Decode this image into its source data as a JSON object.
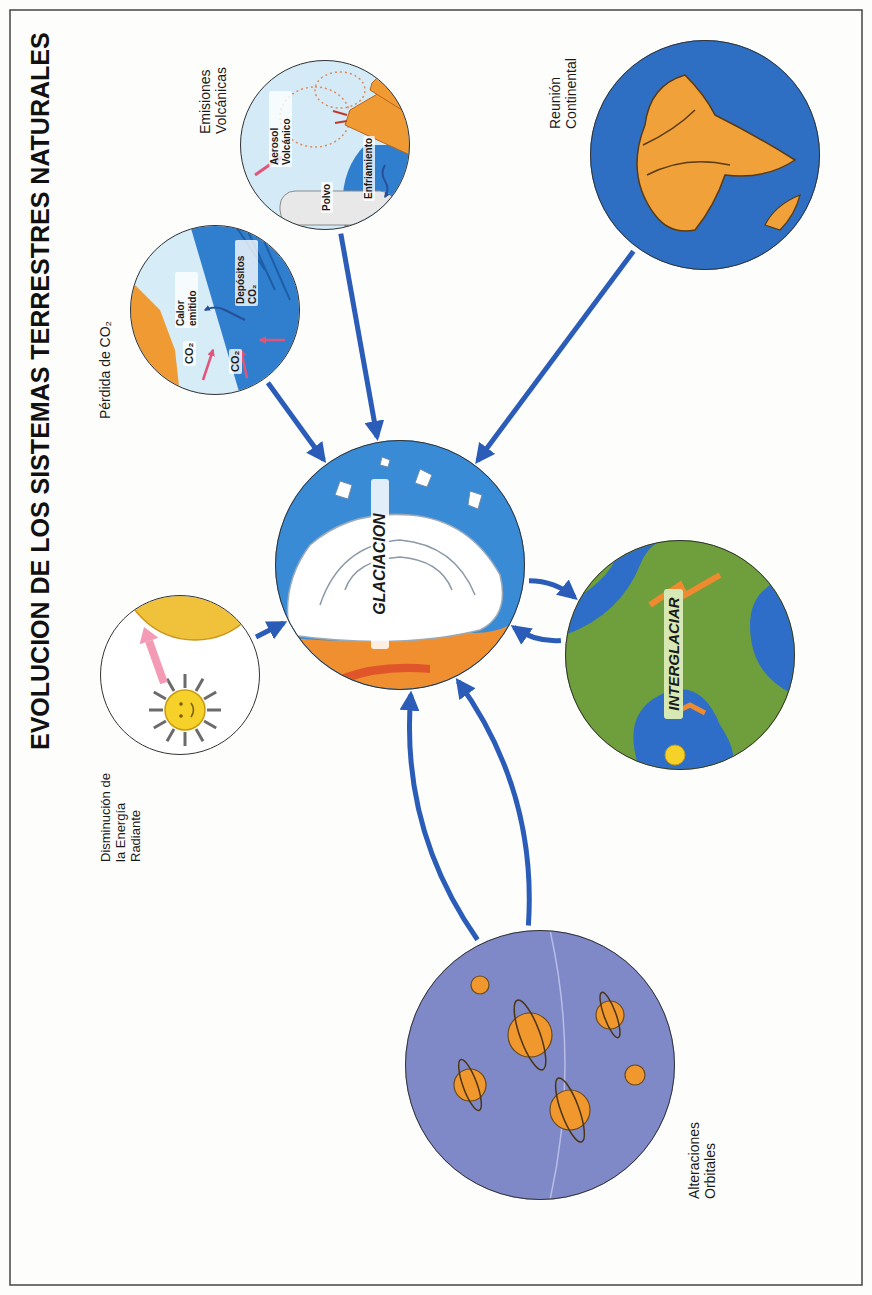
{
  "diagram": {
    "title": "EVOLUCION DE LOS SISTEMAS TERRESTRES NATURALES",
    "nodes": [
      {
        "text": [
          "Disminución de la Energía Radiante"
        ]
      },
      {
        "text": [
          "Pérdida de CO₂",
          "CO₂",
          "Calor emitido",
          "CO₂",
          "Depósitos CO₂"
        ]
      },
      {
        "text": [
          "Emisiones Volcánicas",
          "Aerosol Volcánico",
          "Polvo",
          "Enfriamiento"
        ]
      },
      {
        "text": [
          "Reunión Continental"
        ]
      },
      {
        "text": [
          "GLACIACION"
        ]
      },
      {
        "text": [
          "INTERGLACIAR"
        ]
      },
      {
        "text": [
          "Alteraciones Orbitales"
        ]
      }
    ],
    "edges": [
      {
        "from": 0,
        "to": 4,
        "arrow": "to"
      },
      {
        "from": 1,
        "to": 4,
        "arrow": "to"
      },
      {
        "from": 2,
        "to": 4,
        "arrow": "to"
      },
      {
        "from": 3,
        "to": 4,
        "arrow": "to"
      },
      {
        "from": 6,
        "to": 4,
        "arrow": "to"
      },
      {
        "from": 6,
        "to": 4,
        "arrow": "to"
      },
      {
        "from": 4,
        "to": 5,
        "arrow": "to"
      },
      {
        "from": 5,
        "to": 4,
        "arrow": "to"
      }
    ]
  }
}
